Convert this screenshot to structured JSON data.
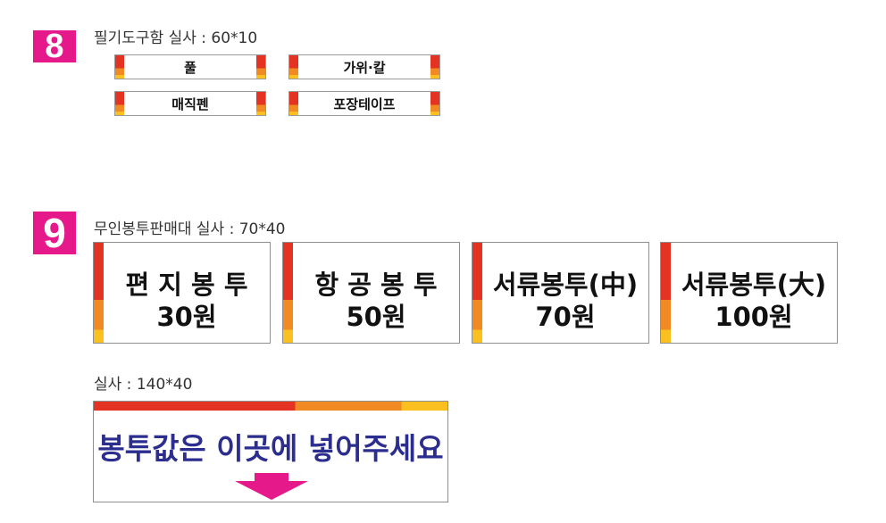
{
  "section8": {
    "number": "8",
    "title": "필기도구함 실사 : 60*10",
    "labels": [
      "풀",
      "가위·칼",
      "매직펜",
      "포장테이프"
    ]
  },
  "section9": {
    "number": "9",
    "title": "무인봉투판매대 실사 : 70*40",
    "cards": [
      {
        "name": "편 지 봉 투",
        "price": "30원"
      },
      {
        "name": "항 공 봉 투",
        "price": "50원"
      },
      {
        "name": "서류봉투(中)",
        "price": "70원"
      },
      {
        "name": "서류봉투(大)",
        "price": "100원"
      }
    ],
    "sign_title": "실사 : 140*40",
    "sign_text": "봉투값은 이곳에 넣어주세요",
    "arrow_icon": "arrow-down-icon"
  },
  "colors": {
    "badge": "#e5198a",
    "strip_red": "#e53323",
    "strip_orange": "#f18a22",
    "strip_yellow": "#f9c01f",
    "sign_text": "#2b2d8f",
    "arrow": "#e5198a"
  }
}
